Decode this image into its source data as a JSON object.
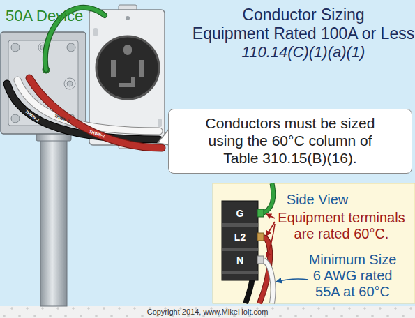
{
  "diagram": {
    "title": "Conductor Sizing",
    "caption": "Copyright 2014, www.MikeHolt.com",
    "nodes": [
      {
        "text": [
          "Conductors must be sized using the 60°C column of Table 310.15(B)(16)."
        ]
      },
      {
        "text": [
          "Side View",
          "Equipment terminals are rated 60°C.",
          "Minimum Size 6 AWG rated 55A at 60°C"
        ]
      }
    ],
    "labels": [
      "50A Device",
      "Equipment Rated 100A or Less",
      "110.14(C)(1)(a)(1)",
      "THWN-2",
      "THWN-2",
      "THWN-2",
      "G",
      "L2",
      "N"
    ]
  }
}
